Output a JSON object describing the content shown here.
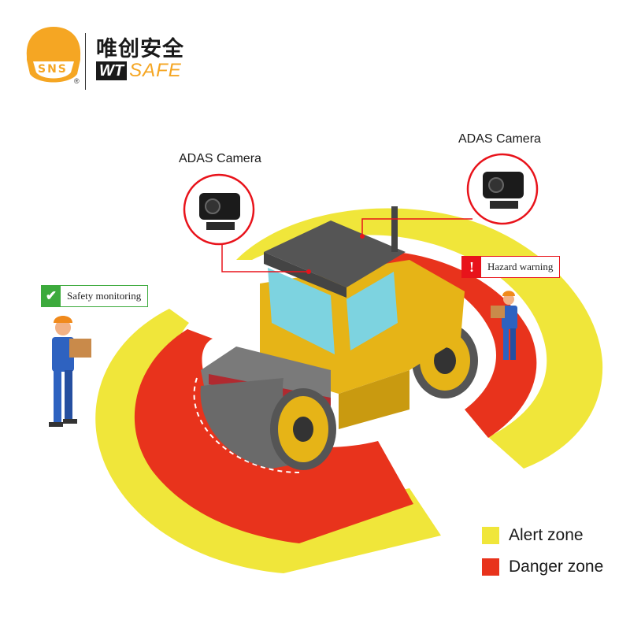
{
  "logo": {
    "emblem_text": "SNS",
    "registered": "®",
    "name_cn": "唯创安全",
    "brand_prefix": "WT",
    "brand_suffix": "SAFE"
  },
  "cameras": [
    {
      "label": "ADAS Camera",
      "icon": "adas-camera-icon"
    },
    {
      "label": "ADAS Camera",
      "icon": "adas-camera-icon"
    }
  ],
  "tags": {
    "safety": {
      "label": "Safety monitoring",
      "icon": "check-icon"
    },
    "hazard": {
      "label": "Hazard warning",
      "icon": "exclamation-icon"
    }
  },
  "legend": [
    {
      "label": "Alert zone",
      "color": "#f0e63a"
    },
    {
      "label": "Danger zone",
      "color": "#e8331c"
    }
  ],
  "colors": {
    "alert": "#f0e63a",
    "danger": "#e8331c",
    "brand": "#f5a623",
    "safe": "#3caa3c",
    "hazard": "#e8131b"
  }
}
